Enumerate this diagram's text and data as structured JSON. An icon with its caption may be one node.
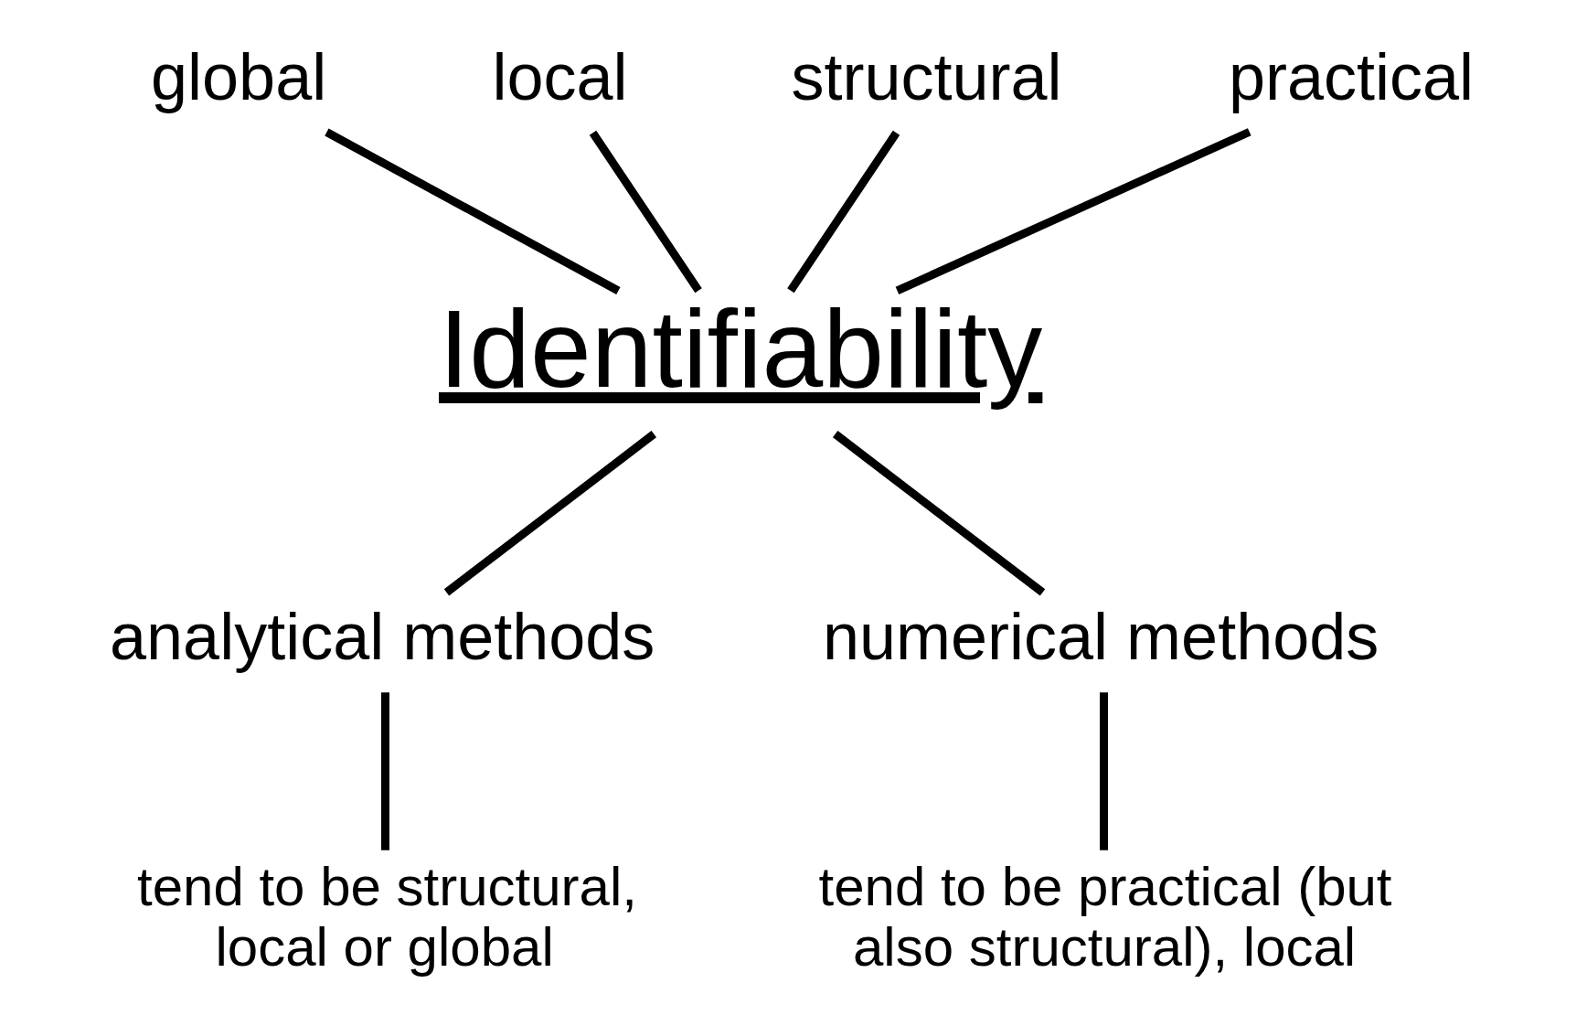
{
  "diagram": {
    "nodes": [
      {
        "text": [
          "Identifiability"
        ]
      },
      {
        "text": [
          "global"
        ]
      },
      {
        "text": [
          "local"
        ]
      },
      {
        "text": [
          "structural"
        ]
      },
      {
        "text": [
          "practical"
        ]
      },
      {
        "text": [
          "analytical methods"
        ]
      },
      {
        "text": [
          "numerical methods"
        ]
      },
      {
        "text": [
          "tend to be structural, local or global"
        ]
      },
      {
        "text": [
          "tend to be practical (but also structural), local"
        ]
      }
    ],
    "edges": [
      {
        "from": 1,
        "to": 0,
        "arrow": "none"
      },
      {
        "from": 2,
        "to": 0,
        "arrow": "none"
      },
      {
        "from": 3,
        "to": 0,
        "arrow": "none"
      },
      {
        "from": 4,
        "to": 0,
        "arrow": "none"
      },
      {
        "from": 0,
        "to": 5,
        "arrow": "none"
      },
      {
        "from": 0,
        "to": 6,
        "arrow": "none"
      },
      {
        "from": 5,
        "to": 7,
        "arrow": "none"
      },
      {
        "from": 6,
        "to": 8,
        "arrow": "none"
      }
    ]
  }
}
